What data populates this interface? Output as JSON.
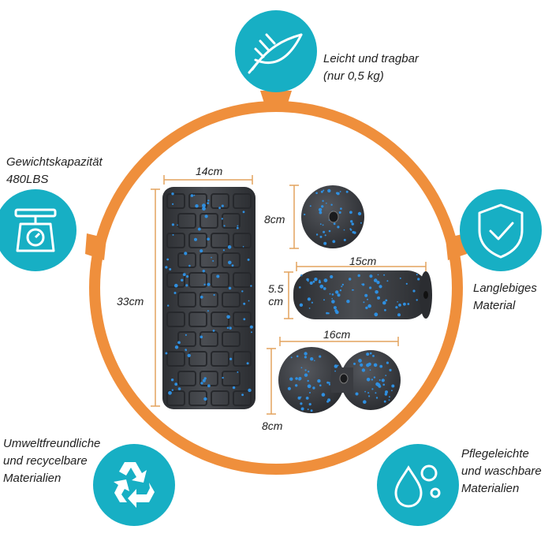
{
  "colors": {
    "ring": "#EF8F3C",
    "badge": "#17AFC4",
    "foam": "#3C3E43",
    "speckle": "#2F8FE0",
    "dimension_line": "#E3A35E"
  },
  "features": [
    {
      "id": "light",
      "icon": "feather-icon",
      "lines": [
        "Leicht und tragbar",
        "(nur 0,5 kg)"
      ]
    },
    {
      "id": "capacity",
      "icon": "scale-icon",
      "lines": [
        "Gewichtskapazität",
        "480LBS"
      ]
    },
    {
      "id": "durable",
      "icon": "shield-check-icon",
      "lines": [
        "Langlebiges",
        "Material"
      ]
    },
    {
      "id": "eco",
      "icon": "recycle-icon",
      "lines": [
        "Umweltfreundliche",
        "und recycelbare",
        "Materialien"
      ]
    },
    {
      "id": "care",
      "icon": "water-drops-icon",
      "lines": [
        "Pflegeleichte",
        "und waschbare",
        "Materialien"
      ]
    }
  ],
  "dimensions": {
    "roller_width": "14cm",
    "roller_height": "33cm",
    "ball_diameter": "8cm",
    "small_roller_length": "15cm",
    "small_roller_diameter": [
      "5.5",
      "cm"
    ],
    "duoball_length": "16cm",
    "duoball_height": "8cm"
  }
}
